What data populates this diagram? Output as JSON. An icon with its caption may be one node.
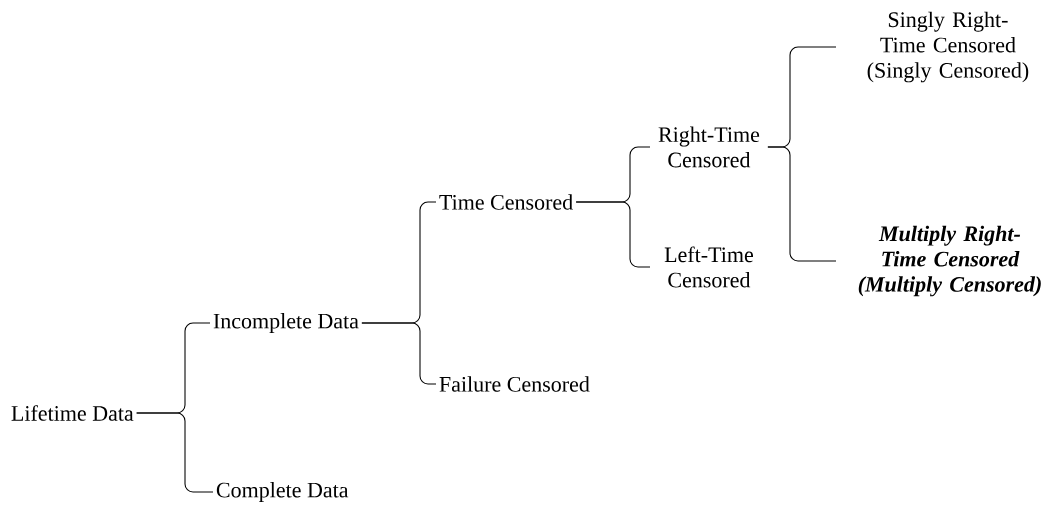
{
  "diagram": {
    "nodes": [
      {
        "text": [
          "Lifetime Data"
        ]
      },
      {
        "text": [
          "Incomplete Data"
        ]
      },
      {
        "text": [
          "Complete Data"
        ]
      },
      {
        "text": [
          "Time Censored"
        ]
      },
      {
        "text": [
          "Failure Censored"
        ]
      },
      {
        "text": [
          "Right-Time Censored"
        ]
      },
      {
        "text": [
          "Left-Time Censored"
        ]
      },
      {
        "text": [
          "Singly Right-Time Censored (Singly Censored)"
        ]
      },
      {
        "text": [
          "Multiply Right-Time Censored (Multiply Censored)"
        ]
      }
    ],
    "edges": [
      {
        "from": 0,
        "to": 1,
        "arrow": "none"
      },
      {
        "from": 0,
        "to": 2,
        "arrow": "none"
      },
      {
        "from": 1,
        "to": 3,
        "arrow": "none"
      },
      {
        "from": 1,
        "to": 4,
        "arrow": "none"
      },
      {
        "from": 3,
        "to": 5,
        "arrow": "none"
      },
      {
        "from": 3,
        "to": 6,
        "arrow": "none"
      },
      {
        "from": 5,
        "to": 7,
        "arrow": "none"
      },
      {
        "from": 5,
        "to": 8,
        "arrow": "none"
      }
    ]
  }
}
